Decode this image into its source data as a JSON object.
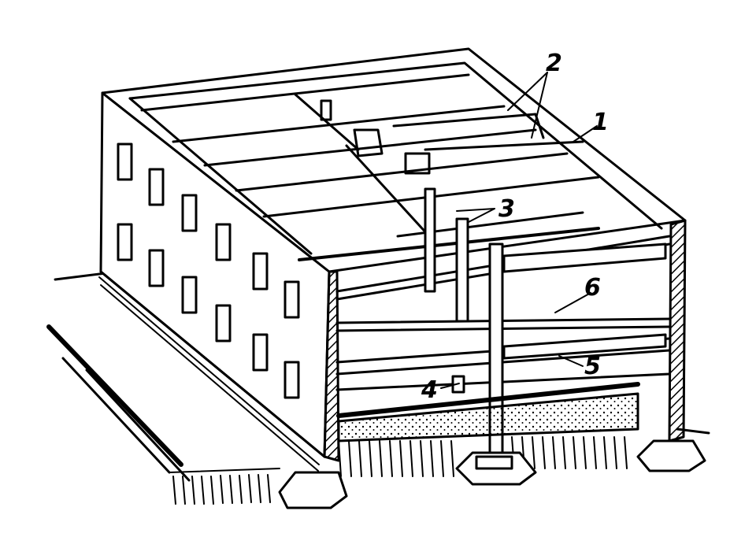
{
  "diagram": {
    "callouts": [
      {
        "id": "c1",
        "label": "1"
      },
      {
        "id": "c2",
        "label": "2"
      },
      {
        "id": "c3",
        "label": "3"
      },
      {
        "id": "c4",
        "label": "4"
      },
      {
        "id": "c5",
        "label": "5"
      },
      {
        "id": "c6",
        "label": "6"
      }
    ]
  },
  "colors": {
    "ink": "#000000",
    "paper": "#ffffff"
  }
}
